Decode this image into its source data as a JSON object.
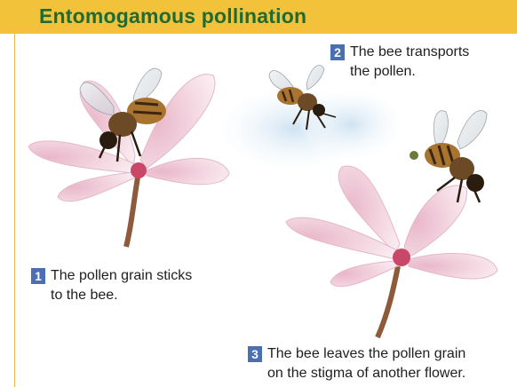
{
  "title": "Entomogamous pollination",
  "steps": [
    {
      "number": "1",
      "line1": "The pollen grain sticks",
      "line2": "to the bee."
    },
    {
      "number": "2",
      "line1": "The bee transports",
      "line2": "the pollen."
    },
    {
      "number": "3",
      "line1": "The bee leaves the pollen grain",
      "line2": "on the stigma of another flower."
    }
  ],
  "colors": {
    "title_bar": "#f2c23a",
    "title_text": "#1f6b33",
    "badge": "#4a6fb3",
    "petal": "#f3d9e3",
    "stem": "#8e5a3c",
    "bee_body": "#6b4a25"
  },
  "icons": [
    "flower-illustration",
    "bee-illustration",
    "cloud-illustration"
  ]
}
